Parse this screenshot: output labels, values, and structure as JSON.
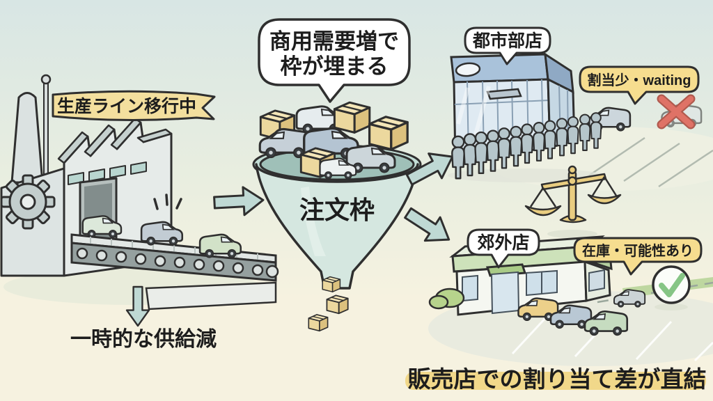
{
  "factory": {
    "banner_label": "生産ライン移行中",
    "supply_caption": "一時的な供給減"
  },
  "funnel": {
    "speech_line1": "商用需要増で",
    "speech_line2": "枠が埋まる",
    "label": "注文枠"
  },
  "urban_store": {
    "name": "都市部店",
    "status_label": "割当少・waiting"
  },
  "suburban_store": {
    "name": "郊外店",
    "status_label": "在庫・可能性あり"
  },
  "footer": {
    "caption": "販売店での割り当て差が直結"
  },
  "icons": {
    "gear": "gear-icon",
    "balance_scale": "balance-scale-icon",
    "red_x": "red-x-icon",
    "green_check": "green-check-icon",
    "arrows": [
      "down-arrow-icon",
      "right-arrow-icon",
      "up-right-arrow-icon",
      "down-right-arrow-icon"
    ]
  },
  "colors": {
    "sky": "#d8e6e4",
    "cream": "#f6f2e0",
    "banner_yellow": "#f3df9e",
    "label_yellow": "#f6dd8f",
    "arrow_teal": "#bfd9d4",
    "funnel_mint": "#d5e7e0",
    "urban_blue": "#a9c2da",
    "suburban_green": "#cde2ba",
    "scale_gold": "#e9cd80",
    "check_green": "#86c585",
    "cross_red": "#df7266",
    "footer_highlight": "#f0d685",
    "outline": "#2f2f2f"
  }
}
